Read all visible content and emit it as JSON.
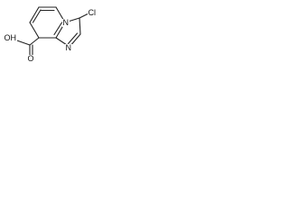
{
  "structure": {
    "atoms": {
      "n_top": "N",
      "n_bottom": "N",
      "cl": "Cl",
      "o_carbonyl": "O",
      "oh": "OH"
    }
  }
}
